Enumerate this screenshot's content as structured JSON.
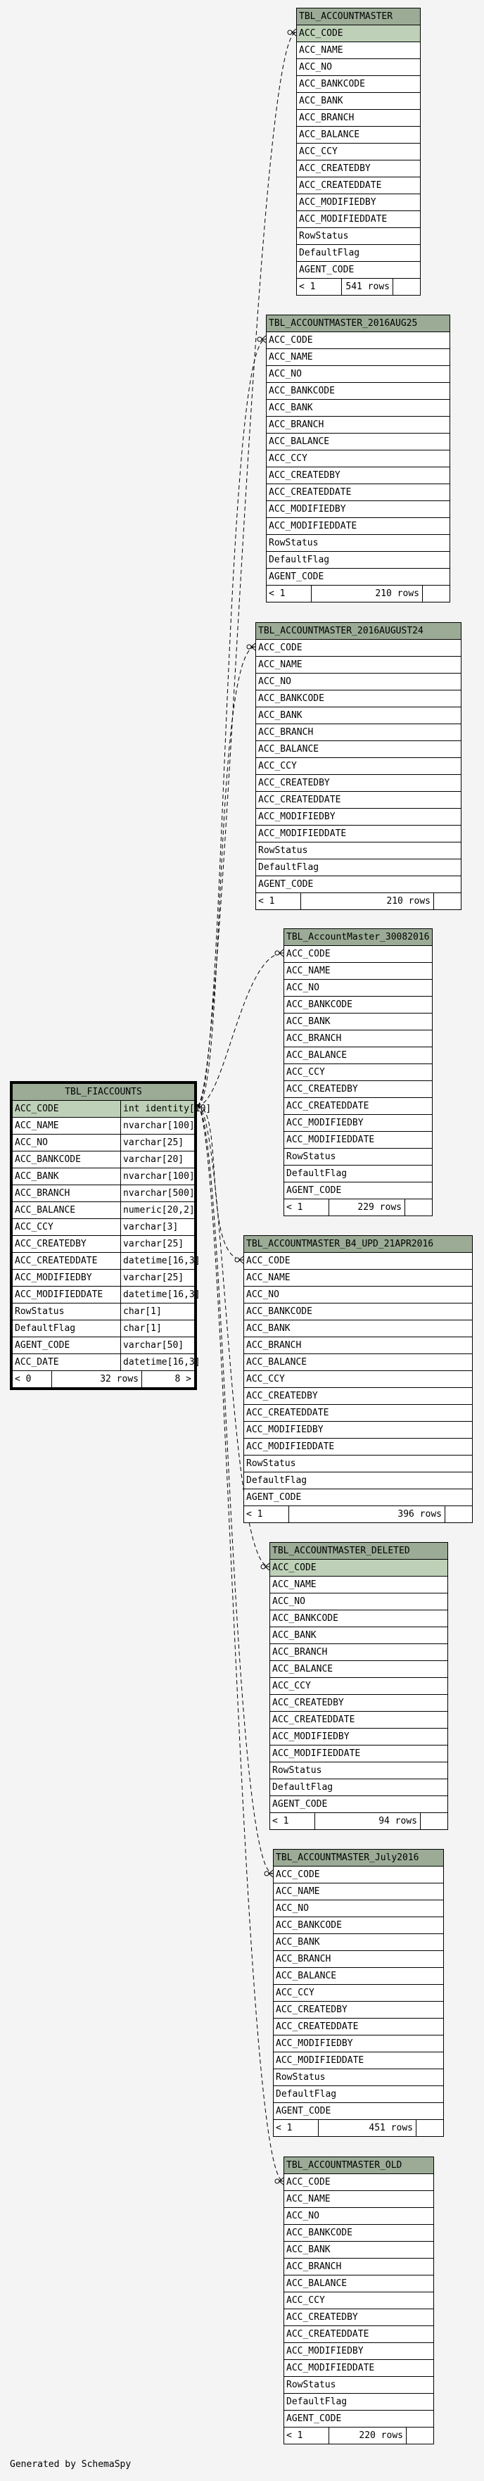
{
  "diagram": {
    "generated_by": "Generated by SchemaSpy",
    "main_table": {
      "name": "TBL_FIACCOUNTS",
      "columns": [
        {
          "name": "ACC_CODE",
          "type": "int identity[10]",
          "pk": true
        },
        {
          "name": "ACC_NAME",
          "type": "nvarchar[100]"
        },
        {
          "name": "ACC_NO",
          "type": "varchar[25]"
        },
        {
          "name": "ACC_BANKCODE",
          "type": "varchar[20]"
        },
        {
          "name": "ACC_BANK",
          "type": "nvarchar[100]"
        },
        {
          "name": "ACC_BRANCH",
          "type": "nvarchar[500]"
        },
        {
          "name": "ACC_BALANCE",
          "type": "numeric[20,2]"
        },
        {
          "name": "ACC_CCY",
          "type": "varchar[3]"
        },
        {
          "name": "ACC_CREATEDBY",
          "type": "varchar[25]"
        },
        {
          "name": "ACC_CREATEDDATE",
          "type": "datetime[16,3]"
        },
        {
          "name": "ACC_MODIFIEDBY",
          "type": "varchar[25]"
        },
        {
          "name": "ACC_MODIFIEDDATE",
          "type": "datetime[16,3]"
        },
        {
          "name": "RowStatus",
          "type": "char[1]"
        },
        {
          "name": "DefaultFlag",
          "type": "char[1]"
        },
        {
          "name": "AGENT_CODE",
          "type": "varchar[50]"
        },
        {
          "name": "ACC_DATE",
          "type": "datetime[16,3]"
        }
      ],
      "footer": {
        "parents": "< 0",
        "rows": "32 rows",
        "children": "8 >"
      }
    },
    "tables": [
      {
        "name": "TBL_ACCOUNTMASTER",
        "columns": [
          "ACC_CODE",
          "ACC_NAME",
          "ACC_NO",
          "ACC_BANKCODE",
          "ACC_BANK",
          "ACC_BRANCH",
          "ACC_BALANCE",
          "ACC_CCY",
          "ACC_CREATEDBY",
          "ACC_CREATEDDATE",
          "ACC_MODIFIEDBY",
          "ACC_MODIFIEDDATE",
          "RowStatus",
          "DefaultFlag",
          "AGENT_CODE"
        ],
        "pk": true,
        "footer": {
          "parents": "< 1",
          "rows": "541 rows"
        }
      },
      {
        "name": "TBL_ACCOUNTMASTER_2016AUG25",
        "columns": [
          "ACC_CODE",
          "ACC_NAME",
          "ACC_NO",
          "ACC_BANKCODE",
          "ACC_BANK",
          "ACC_BRANCH",
          "ACC_BALANCE",
          "ACC_CCY",
          "ACC_CREATEDBY",
          "ACC_CREATEDDATE",
          "ACC_MODIFIEDBY",
          "ACC_MODIFIEDDATE",
          "RowStatus",
          "DefaultFlag",
          "AGENT_CODE"
        ],
        "pk": false,
        "footer": {
          "parents": "< 1",
          "rows": "210 rows"
        }
      },
      {
        "name": "TBL_ACCOUNTMASTER_2016AUGUST24",
        "columns": [
          "ACC_CODE",
          "ACC_NAME",
          "ACC_NO",
          "ACC_BANKCODE",
          "ACC_BANK",
          "ACC_BRANCH",
          "ACC_BALANCE",
          "ACC_CCY",
          "ACC_CREATEDBY",
          "ACC_CREATEDDATE",
          "ACC_MODIFIEDBY",
          "ACC_MODIFIEDDATE",
          "RowStatus",
          "DefaultFlag",
          "AGENT_CODE"
        ],
        "pk": false,
        "footer": {
          "parents": "< 1",
          "rows": "210 rows"
        }
      },
      {
        "name": "TBL_AccountMaster_30082016",
        "columns": [
          "ACC_CODE",
          "ACC_NAME",
          "ACC_NO",
          "ACC_BANKCODE",
          "ACC_BANK",
          "ACC_BRANCH",
          "ACC_BALANCE",
          "ACC_CCY",
          "ACC_CREATEDBY",
          "ACC_CREATEDDATE",
          "ACC_MODIFIEDBY",
          "ACC_MODIFIEDDATE",
          "RowStatus",
          "DefaultFlag",
          "AGENT_CODE"
        ],
        "pk": false,
        "footer": {
          "parents": "< 1",
          "rows": "229 rows"
        }
      },
      {
        "name": "TBL_ACCOUNTMASTER_B4_UPD_21APR2016",
        "columns": [
          "ACC_CODE",
          "ACC_NAME",
          "ACC_NO",
          "ACC_BANKCODE",
          "ACC_BANK",
          "ACC_BRANCH",
          "ACC_BALANCE",
          "ACC_CCY",
          "ACC_CREATEDBY",
          "ACC_CREATEDDATE",
          "ACC_MODIFIEDBY",
          "ACC_MODIFIEDDATE",
          "RowStatus",
          "DefaultFlag",
          "AGENT_CODE"
        ],
        "pk": false,
        "footer": {
          "parents": "< 1",
          "rows": "396 rows"
        }
      },
      {
        "name": "TBL_ACCOUNTMASTER_DELETED",
        "columns": [
          "ACC_CODE",
          "ACC_NAME",
          "ACC_NO",
          "ACC_BANKCODE",
          "ACC_BANK",
          "ACC_BRANCH",
          "ACC_BALANCE",
          "ACC_CCY",
          "ACC_CREATEDBY",
          "ACC_CREATEDDATE",
          "ACC_MODIFIEDBY",
          "ACC_MODIFIEDDATE",
          "RowStatus",
          "DefaultFlag",
          "AGENT_CODE"
        ],
        "pk": true,
        "footer": {
          "parents": "< 1",
          "rows": "94 rows"
        }
      },
      {
        "name": "TBL_ACCOUNTMASTER_July2016",
        "columns": [
          "ACC_CODE",
          "ACC_NAME",
          "ACC_NO",
          "ACC_BANKCODE",
          "ACC_BANK",
          "ACC_BRANCH",
          "ACC_BALANCE",
          "ACC_CCY",
          "ACC_CREATEDBY",
          "ACC_CREATEDDATE",
          "ACC_MODIFIEDBY",
          "ACC_MODIFIEDDATE",
          "RowStatus",
          "DefaultFlag",
          "AGENT_CODE"
        ],
        "pk": false,
        "footer": {
          "parents": "< 1",
          "rows": "451 rows"
        }
      },
      {
        "name": "TBL_ACCOUNTMASTER_OLD",
        "columns": [
          "ACC_CODE",
          "ACC_NAME",
          "ACC_NO",
          "ACC_BANKCODE",
          "ACC_BANK",
          "ACC_BRANCH",
          "ACC_BALANCE",
          "ACC_CCY",
          "ACC_CREATEDBY",
          "ACC_CREATEDDATE",
          "ACC_MODIFIEDBY",
          "ACC_MODIFIEDDATE",
          "RowStatus",
          "DefaultFlag",
          "AGENT_CODE"
        ],
        "pk": false,
        "footer": {
          "parents": "< 1",
          "rows": "220 rows"
        }
      }
    ]
  },
  "colors": {
    "header": "#9bab96",
    "primary_key_row": "#bed1b8",
    "background": "#f4f4f4"
  }
}
